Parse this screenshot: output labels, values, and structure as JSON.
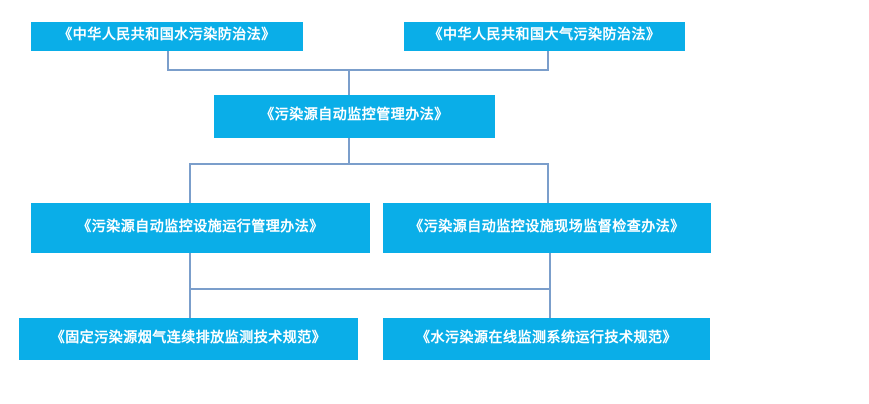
{
  "diagram": {
    "type": "hierarchy-flowchart",
    "title": "",
    "accent_color": "#0aaee8",
    "connector_color": "#7b9ecb",
    "node_text_color": "#ffffff",
    "background_color": "#ffffff",
    "levels": [
      {
        "level": 1,
        "nodes": [
          {
            "id": "water-law",
            "label": "《中华人民共和国水污染防治法》"
          },
          {
            "id": "air-law",
            "label": "《中华人民共和国大气污染防治法》"
          }
        ]
      },
      {
        "level": 2,
        "nodes": [
          {
            "id": "admin-measures",
            "label": "《污染源自动监控管理办法》"
          }
        ]
      },
      {
        "level": 3,
        "nodes": [
          {
            "id": "operation-mgmt",
            "label": "《污染源自动监控设施运行管理办法》"
          },
          {
            "id": "onsite-inspect",
            "label": "《污染源自动监控设施现场监督检查办法》"
          }
        ]
      },
      {
        "level": 4,
        "nodes": [
          {
            "id": "cems-spec",
            "label": "《固定污染源烟气连续排放监测技术规范》"
          },
          {
            "id": "water-online",
            "label": "《水污染源在线监测系统运行技术规范》"
          }
        ]
      }
    ],
    "edges": [
      {
        "from": "water-law",
        "to": "admin-measures"
      },
      {
        "from": "air-law",
        "to": "admin-measures"
      },
      {
        "from": "admin-measures",
        "to": "operation-mgmt"
      },
      {
        "from": "admin-measures",
        "to": "onsite-inspect"
      },
      {
        "from": "operation-mgmt",
        "to": "cems-spec"
      },
      {
        "from": "operation-mgmt",
        "to": "water-online"
      },
      {
        "from": "onsite-inspect",
        "to": "cems-spec"
      },
      {
        "from": "onsite-inspect",
        "to": "water-online"
      }
    ]
  }
}
